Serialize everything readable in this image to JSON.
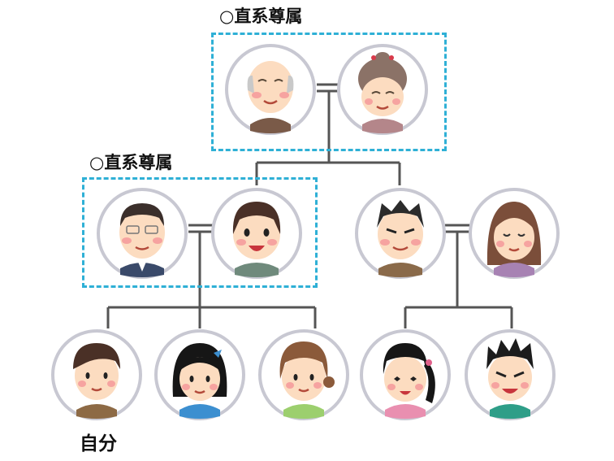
{
  "labels": {
    "grandparents_group": "○直系尊属",
    "parents_group": "○直系尊属",
    "self": "自分"
  },
  "colors": {
    "group_border": "#2fb0d6",
    "tree_line": "#555555",
    "avatar_ring": "#c8c8d2",
    "skin": "#fcdcc0",
    "cheek": "#f6a3a0"
  },
  "people": [
    {
      "id": "grandfather",
      "icon": "grandfather-avatar-icon",
      "hair": "#c9c9c9",
      "shirt": "#7a5a48"
    },
    {
      "id": "grandmother",
      "icon": "grandmother-avatar-icon",
      "hair": "#8b7267",
      "shirt": "#b4868a"
    },
    {
      "id": "father",
      "icon": "father-avatar-icon",
      "hair": "#3b2f2b",
      "shirt": "#3a4a6a"
    },
    {
      "id": "mother",
      "icon": "mother-avatar-icon",
      "hair": "#4a3027",
      "shirt": "#6f8a7c"
    },
    {
      "id": "uncle",
      "icon": "uncle-avatar-icon",
      "hair": "#2b2b2b",
      "shirt": "#8a6a4a"
    },
    {
      "id": "aunt",
      "icon": "aunt-avatar-icon",
      "hair": "#7b4e3a",
      "shirt": "#a782b3"
    },
    {
      "id": "self",
      "icon": "self-avatar-icon",
      "hair": "#4a3026",
      "shirt": "#8d6a45"
    },
    {
      "id": "sister",
      "icon": "sister-avatar-icon",
      "hair": "#161616",
      "shirt": "#3c8fd0"
    },
    {
      "id": "sister-2",
      "icon": "sister2-avatar-icon",
      "hair": "#8b5a3a",
      "shirt": "#9ccf6e"
    },
    {
      "id": "cousin-girl",
      "icon": "cousin-girl-avatar-icon",
      "hair": "#161616",
      "shirt": "#e98fb0"
    },
    {
      "id": "cousin-boy",
      "icon": "cousin-boy-avatar-icon",
      "hair": "#1c1c1c",
      "shirt": "#2e9e88"
    }
  ]
}
